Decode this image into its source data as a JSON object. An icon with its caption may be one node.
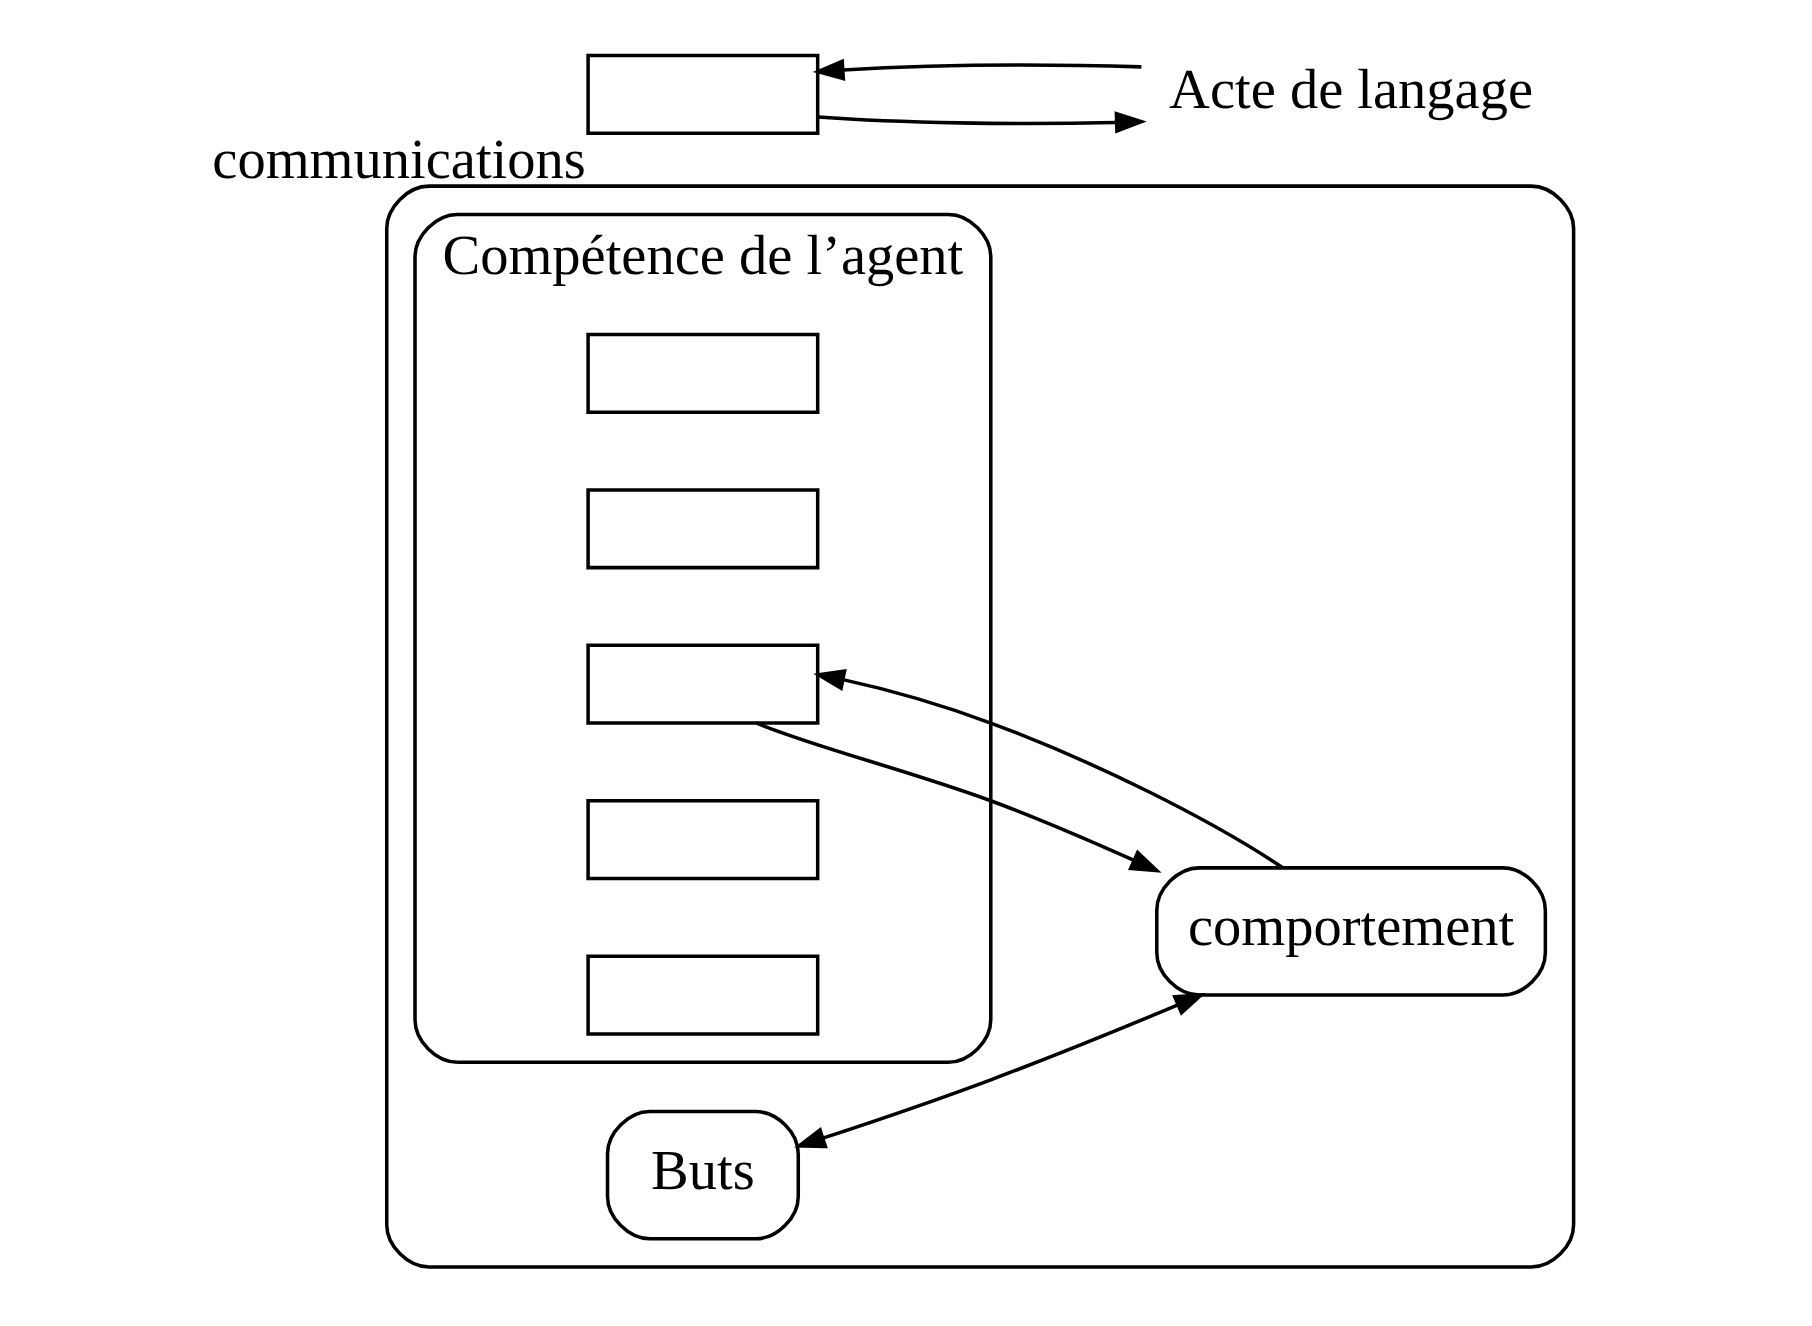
{
  "diagram": {
    "nodes": [
      {
        "text": [],
        "shape": "box"
      },
      {
        "text": [
          "Buts"
        ],
        "in": 0
      },
      {
        "text": [
          "Compétence de l’agent"
        ],
        "in": 0
      },
      {
        "text": [],
        "shape": "box",
        "in": 2
      },
      {
        "text": [],
        "shape": "box",
        "in": 2
      },
      {
        "text": [],
        "shape": "box",
        "in": 2
      },
      {
        "text": [],
        "shape": "box",
        "in": 2
      },
      {
        "text": [],
        "shape": "box",
        "in": 2
      },
      {
        "text": [
          "comportement"
        ],
        "in": 0
      },
      {
        "text": [],
        "shape": "box",
        "beside": [
          "communications"
        ]
      },
      {
        "text": [
          "Acte de langage"
        ]
      }
    ],
    "edges": [
      {
        "from": 1,
        "to": 8,
        "arrow": "both"
      },
      {
        "from": 8,
        "to": 5,
        "arrow": "to"
      },
      {
        "from": 5,
        "to": 8,
        "arrow": "to"
      },
      {
        "from": 10,
        "to": 9,
        "arrow": "to"
      },
      {
        "from": 9,
        "to": 10,
        "arrow": "to"
      }
    ]
  }
}
